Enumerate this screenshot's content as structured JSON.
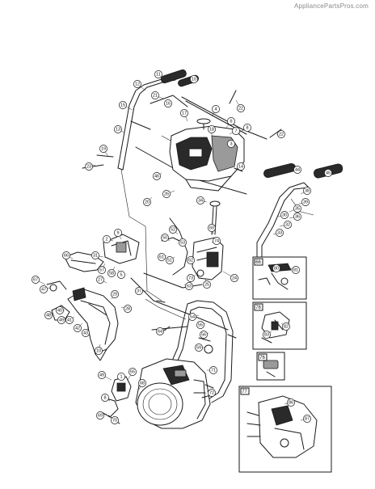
{
  "watermark": "AppliancePartsPros.com",
  "callouts": [
    {
      "id": "c11",
      "label": "11"
    },
    {
      "id": "c12",
      "label": "12"
    },
    {
      "id": "c10a",
      "label": "10"
    },
    {
      "id": "c4",
      "label": "4"
    },
    {
      "id": "c13",
      "label": "13"
    },
    {
      "id": "c15",
      "label": "15"
    },
    {
      "id": "c21",
      "label": "21"
    },
    {
      "id": "c16",
      "label": "16"
    },
    {
      "id": "c17",
      "label": "17"
    },
    {
      "id": "c18",
      "label": "18"
    },
    {
      "id": "c6",
      "label": "6"
    },
    {
      "id": "c7",
      "label": "7"
    },
    {
      "id": "c8",
      "label": "8"
    },
    {
      "id": "c3",
      "label": "3"
    },
    {
      "id": "c22a",
      "label": "22"
    },
    {
      "id": "c22b",
      "label": "22"
    },
    {
      "id": "c19",
      "label": "19"
    },
    {
      "id": "c14",
      "label": "14"
    },
    {
      "id": "c44",
      "label": "44"
    },
    {
      "id": "c45",
      "label": "45"
    },
    {
      "id": "c23",
      "label": "23"
    },
    {
      "id": "c38",
      "label": "38"
    },
    {
      "id": "c39",
      "label": "39"
    },
    {
      "id": "c35",
      "label": "35"
    },
    {
      "id": "c36",
      "label": "36"
    },
    {
      "id": "c30",
      "label": "30"
    },
    {
      "id": "c32",
      "label": "32"
    },
    {
      "id": "c33",
      "label": "33"
    },
    {
      "id": "c46",
      "label": "46"
    },
    {
      "id": "c34",
      "label": "34"
    },
    {
      "id": "c26",
      "label": "26"
    },
    {
      "id": "c20",
      "label": "20"
    },
    {
      "id": "c60",
      "label": "60"
    },
    {
      "id": "c52",
      "label": "52"
    },
    {
      "id": "c50",
      "label": "50"
    },
    {
      "id": "c53",
      "label": "53"
    },
    {
      "id": "c51",
      "label": "51"
    },
    {
      "id": "c25",
      "label": "25"
    },
    {
      "id": "c73",
      "label": "73"
    },
    {
      "id": "c9",
      "label": "9"
    },
    {
      "id": "c24",
      "label": "24"
    },
    {
      "id": "c61",
      "label": "61"
    },
    {
      "id": "c62",
      "label": "62"
    },
    {
      "id": "c63",
      "label": "63"
    },
    {
      "id": "c2",
      "label": "2"
    },
    {
      "id": "c31",
      "label": "31"
    },
    {
      "id": "c57",
      "label": "57"
    },
    {
      "id": "c58",
      "label": "58"
    },
    {
      "id": "c5",
      "label": "5"
    },
    {
      "id": "c66",
      "label": "66"
    },
    {
      "id": "c67",
      "label": "67"
    },
    {
      "id": "c47",
      "label": "47"
    },
    {
      "id": "c48",
      "label": "48"
    },
    {
      "id": "c49a",
      "label": "49"
    },
    {
      "id": "c27",
      "label": "27"
    },
    {
      "id": "c29",
      "label": "29"
    },
    {
      "id": "c28",
      "label": "28"
    },
    {
      "id": "c40",
      "label": "40"
    },
    {
      "id": "c41",
      "label": "41"
    },
    {
      "id": "c42",
      "label": "42"
    },
    {
      "id": "c43",
      "label": "43"
    },
    {
      "id": "c10b",
      "label": "10"
    },
    {
      "id": "c37",
      "label": "37"
    },
    {
      "id": "c54",
      "label": "54"
    },
    {
      "id": "c55",
      "label": "55"
    },
    {
      "id": "c56",
      "label": "56"
    },
    {
      "id": "c59",
      "label": "59"
    },
    {
      "id": "c64",
      "label": "64"
    },
    {
      "id": "c49b",
      "label": "49"
    },
    {
      "id": "c1",
      "label": "1"
    },
    {
      "id": "c65",
      "label": "65"
    },
    {
      "id": "c68",
      "label": "68"
    },
    {
      "id": "c8b",
      "label": "8"
    },
    {
      "id": "c69",
      "label": "69"
    },
    {
      "id": "c70",
      "label": "70"
    },
    {
      "id": "c71",
      "label": "71"
    },
    {
      "id": "c72",
      "label": "72"
    },
    {
      "id": "c74",
      "label": "74"
    },
    {
      "id": "c80",
      "label": "80"
    },
    {
      "id": "c81",
      "label": "81"
    },
    {
      "id": "c82",
      "label": "82"
    },
    {
      "id": "c83",
      "label": "83"
    },
    {
      "id": "c86",
      "label": "86"
    },
    {
      "id": "c87",
      "label": "87"
    }
  ],
  "detail_boxes": [
    {
      "id": "b66",
      "label": "66"
    },
    {
      "id": "b78",
      "label": "78"
    },
    {
      "id": "b76",
      "label": "76"
    },
    {
      "id": "b77",
      "label": "77"
    }
  ]
}
